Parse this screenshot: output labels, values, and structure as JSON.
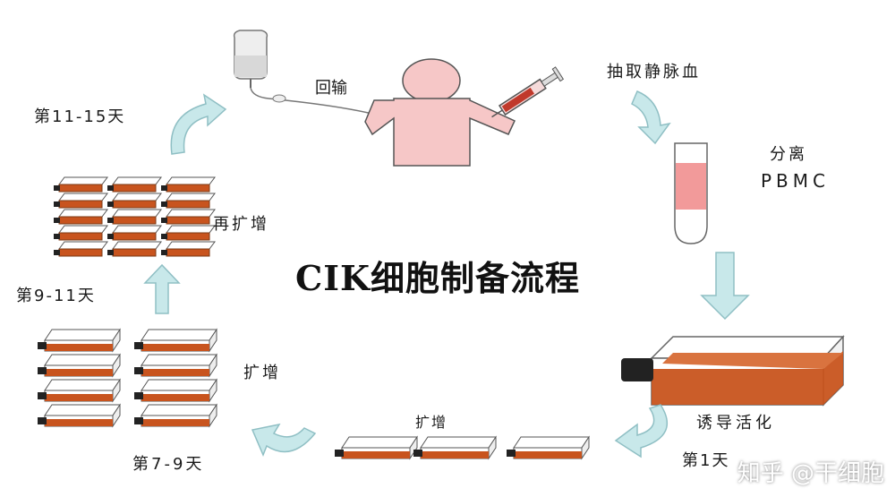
{
  "title": "CIK细胞制备流程",
  "labels": {
    "return": "回输",
    "draw_blood": "抽取静脉血",
    "separate": "分离",
    "pbmc": "PBMC",
    "induce": "诱导活化",
    "day1": "第1天",
    "expand_bottom": "扩增",
    "day7_9": "第7-9天",
    "expand_left": "扩增",
    "day9_11": "第9-11天",
    "re_expand": "再扩增",
    "day11_15": "第11-15天"
  },
  "watermark": "知乎 @干细胞",
  "colors": {
    "medium": "#c8541e",
    "arrow": "#c8e8ea",
    "arrow_stroke": "#8fbfc4",
    "skin": "#f6c7c7",
    "blood": "#f29a9a"
  }
}
